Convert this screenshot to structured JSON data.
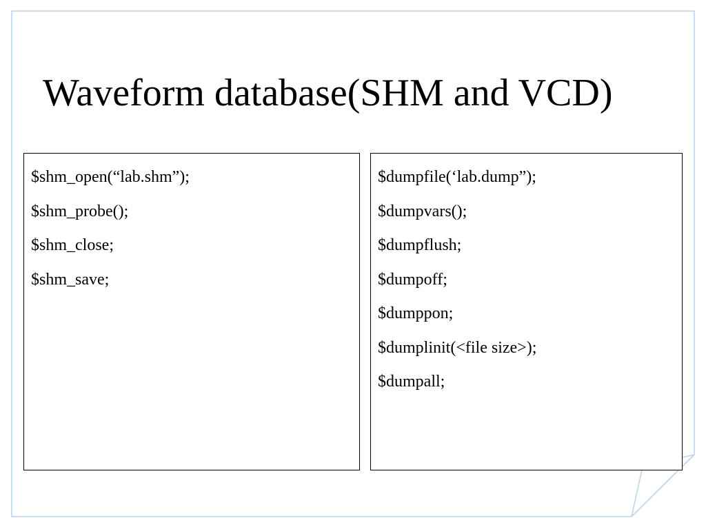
{
  "title": "Waveform database(SHM and VCD)",
  "left_panel": {
    "lines": [
      "$shm_open(“lab.shm”);",
      "$shm_probe();",
      "$shm_close;",
      "$shm_save;"
    ]
  },
  "right_panel": {
    "lines": [
      "$dumpfile(‘lab.dump”);",
      "$dumpvars();",
      "$dumpflush;",
      "$dumpoff;",
      "$dumppon;",
      "$dumplinit(<file size>);",
      "$dumpall;"
    ]
  },
  "colors": {
    "frame": "#b8d4ec",
    "text": "#000000",
    "panel_border": "#000000"
  },
  "icons": {
    "corner": "page-curl-icon"
  }
}
